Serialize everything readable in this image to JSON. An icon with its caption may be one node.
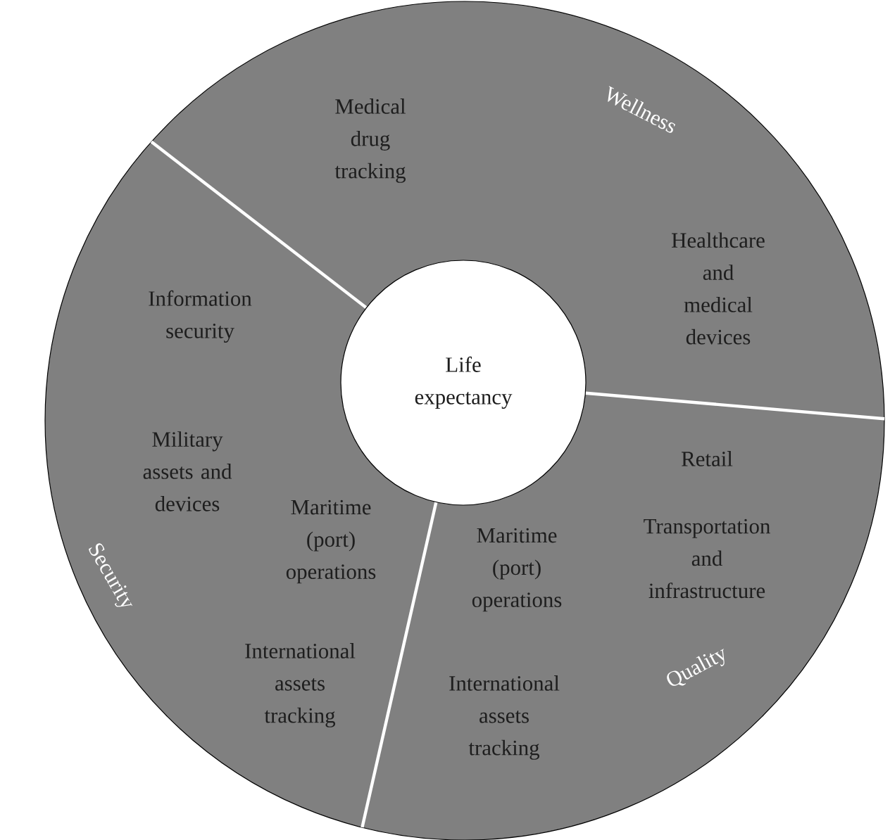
{
  "diagram": {
    "nodes": [
      {
        "text": [
          "Medical drug tracking",
          "Wellness",
          "Healthcare and medical devices",
          "Information security",
          "Military assets and devices",
          "Retail",
          "Maritime (port) operations",
          "Maritime (port) operations",
          "Transportation and infrastructure",
          "Security",
          "Quality",
          "International assets tracking",
          "International assets tracking"
        ]
      },
      {
        "text": [
          "Life expectancy"
        ],
        "in": 0
      }
    ]
  }
}
